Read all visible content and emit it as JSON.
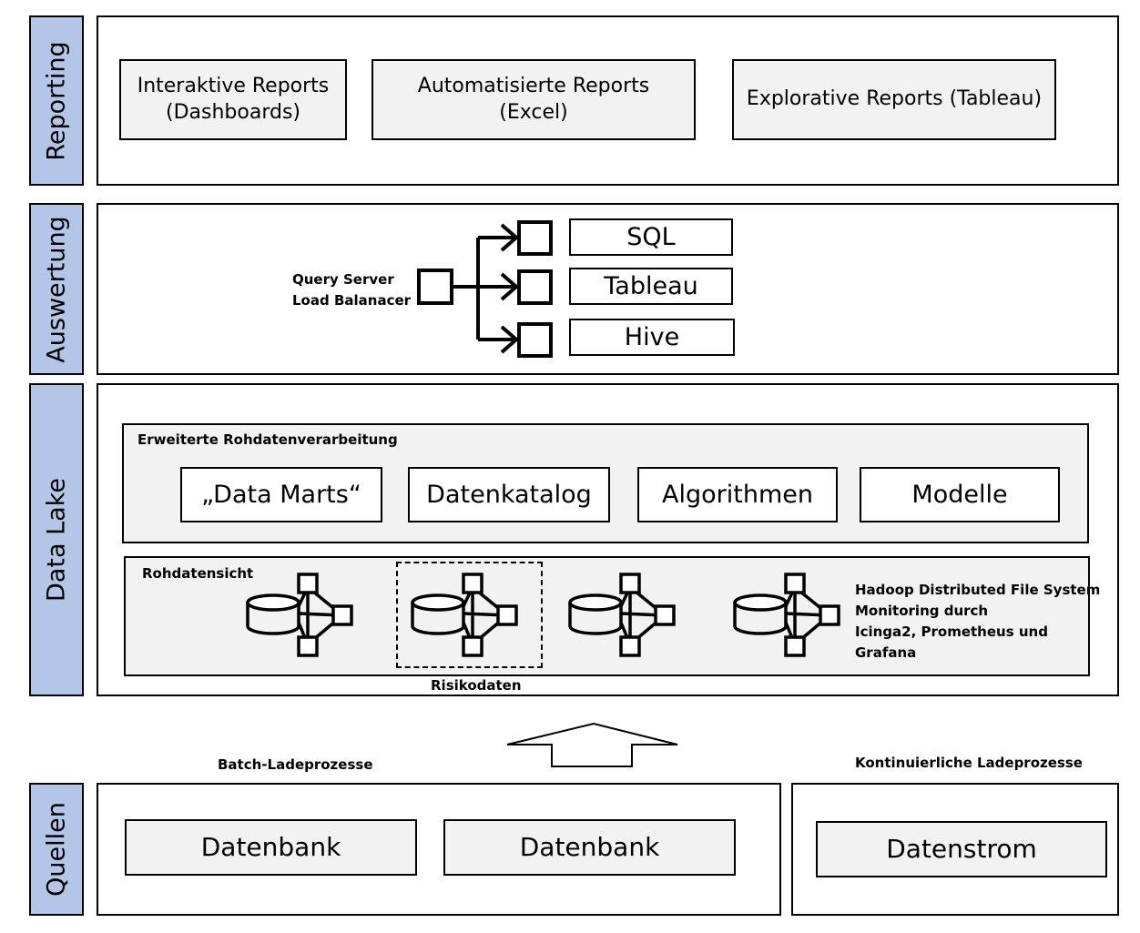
{
  "layers": {
    "reporting": "Reporting",
    "auswertung": "Auswertung",
    "data_lake": "Data Lake",
    "quellen": "Quellen"
  },
  "reporting": {
    "interaktive_line1": "Interaktive Reports",
    "interaktive_line2": "(Dashboards)",
    "automatisierte_line1": "Automatisierte Reports",
    "automatisierte_line2": "(Excel)",
    "explorative": "Explorative Reports (Tableau)"
  },
  "auswertung": {
    "query_server_line1": "Query Server",
    "query_server_line2": "Load Balanacer",
    "targets": [
      "SQL",
      "Tableau",
      "Hive"
    ]
  },
  "data_lake": {
    "erweiterte_title": "Erweiterte Rohdatenverarbeitung",
    "items": [
      "„Data Marts“",
      "Datenkatalog",
      "Algorithmen",
      "Modelle"
    ],
    "rohdatensicht_title": "Rohdatensicht",
    "hdfs_lines": [
      "Hadoop Distributed File System",
      "Monitoring durch",
      "Icinga2, Prometheus und",
      "Grafana"
    ],
    "risikodaten": "Risikodaten"
  },
  "ingest": {
    "batch": "Batch-Ladeprozesse",
    "kontinuierlich": "Kontinuierliche Ladeprozesse"
  },
  "quellen": {
    "datenbank_1": "Datenbank",
    "datenbank_2": "Datenbank",
    "datenstrom": "Datenstrom"
  }
}
